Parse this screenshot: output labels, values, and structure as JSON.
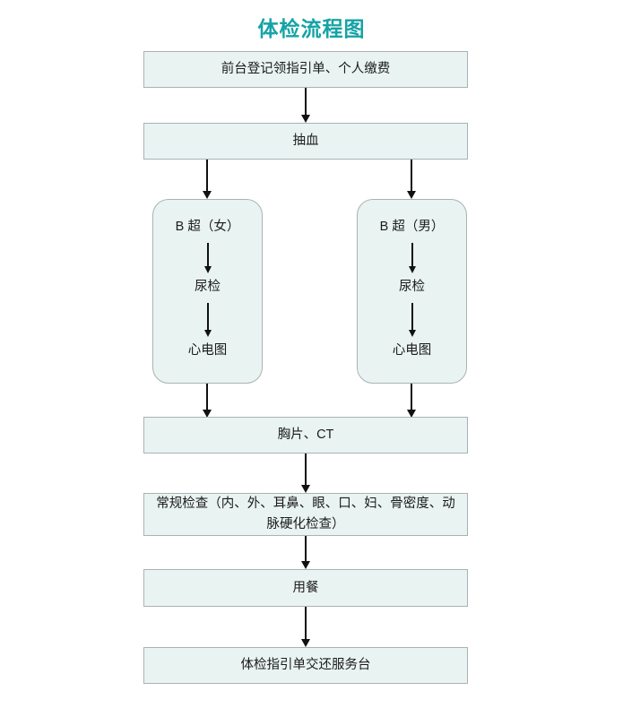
{
  "page": {
    "title": "体检流程图",
    "title_color": "#15a3a6",
    "background": "#ffffff",
    "box_fill": "#e9f4f2",
    "box_border": "#a9b2b4",
    "arrow_color": "#111111"
  },
  "flow": {
    "steps": [
      {
        "id": "reception",
        "label": "前台登记领指引单、个人缴费"
      },
      {
        "id": "blood-draw",
        "label": "抽血"
      },
      {
        "id": "xray-ct",
        "label": "胸片、CT"
      },
      {
        "id": "routine-exam",
        "label": "常规检查（内、外、耳鼻、眼、口、妇、骨密度、动脉硬化检查）"
      },
      {
        "id": "meal",
        "label": "用餐"
      },
      {
        "id": "return-form",
        "label": "体检指引单交还服务台"
      }
    ],
    "branches": [
      {
        "id": "female",
        "steps": [
          "B 超（女）",
          "尿检",
          "心电图"
        ]
      },
      {
        "id": "male",
        "steps": [
          "B 超（男）",
          "尿检",
          "心电图"
        ]
      }
    ]
  }
}
